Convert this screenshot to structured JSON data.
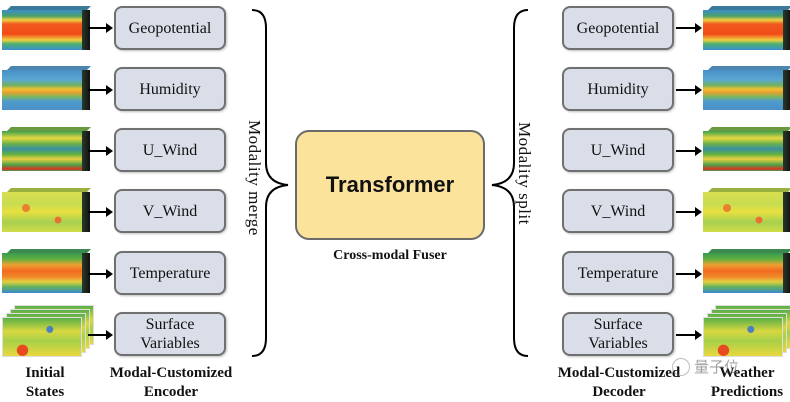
{
  "modalities": [
    "Geopotential",
    "Humidity",
    "U_Wind",
    "V_Wind",
    "Temperature",
    "Surface Variables"
  ],
  "encoder_boxes": [
    {
      "label": "Geopotential"
    },
    {
      "label": "Humidity"
    },
    {
      "label": "U_Wind"
    },
    {
      "label": "V_Wind"
    },
    {
      "label": "Temperature"
    },
    {
      "label": "Surface\nVariables",
      "line1": "Surface",
      "line2": "Variables"
    }
  ],
  "decoder_boxes": [
    {
      "label": "Geopotential"
    },
    {
      "label": "Humidity"
    },
    {
      "label": "U_Wind"
    },
    {
      "label": "V_Wind"
    },
    {
      "label": "Temperature"
    },
    {
      "label": "Surface\nVariables",
      "line1": "Surface",
      "line2": "Variables"
    }
  ],
  "merge_label": "Modality  merge",
  "split_label": "Modality  split",
  "fuser": {
    "title": "Transformer",
    "caption": "Cross-modal Fuser"
  },
  "captions": {
    "initial_states": {
      "line1": "Initial",
      "line2": "States"
    },
    "encoder": {
      "line1": "Modal-Customized",
      "line2": "Encoder"
    },
    "decoder": {
      "line1": "Modal-Customized",
      "line2": "Decoder"
    },
    "predictions": {
      "line1": "Weather",
      "line2": "Predictions"
    }
  },
  "watermark": "量子位",
  "colors": {
    "box_fill": "#d9dee8",
    "box_border": "#707070",
    "transformer_fill": "#fbe39b"
  }
}
